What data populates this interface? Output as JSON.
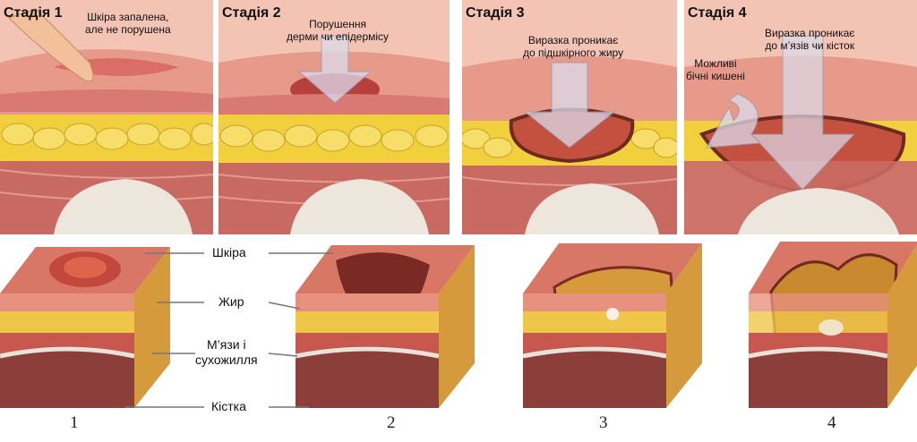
{
  "stages": [
    {
      "title": "Стадія 1",
      "note_lines": [
        "Шкіра запалена,",
        "але не порушена"
      ],
      "number": "1"
    },
    {
      "title": "Стадія 2",
      "note_lines": [
        "Порушення",
        "дерми чи епідермісу"
      ],
      "number": "2"
    },
    {
      "title": "Стадія 3",
      "note_lines": [
        "Виразка проникає",
        "до підшкірного жиру"
      ],
      "number": "3"
    },
    {
      "title": "Стадія 4",
      "note_lines": [
        "Виразка проникає",
        "до м’язів чи кісток"
      ],
      "side_note_lines": [
        "Можливі",
        "бічні кишені"
      ],
      "number": "4"
    }
  ],
  "layers": {
    "skin": "Шкіра",
    "fat": "Жир",
    "muscle_lines": [
      "М’язи і",
      "сухожилля"
    ],
    "bone": "Кістка"
  },
  "colors": {
    "skin": "#e79a8a",
    "dermis": "#d87a73",
    "fat": "#f2cf3c",
    "muscle": "#c96a62",
    "bone": "#ece6dc",
    "wound": "#8c2a22",
    "arrow": "#dcdcec"
  }
}
